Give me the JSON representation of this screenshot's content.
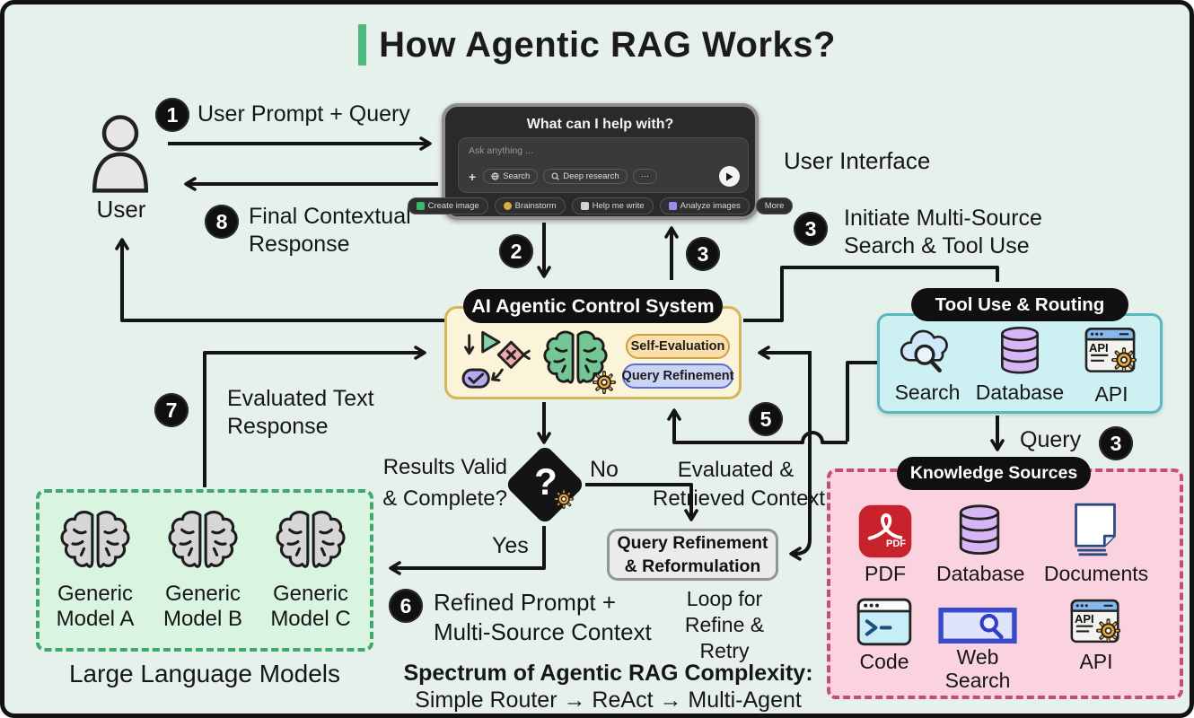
{
  "title": {
    "text": "How Agentic RAG Works?"
  },
  "user": {
    "label": "User"
  },
  "chat": {
    "heading": "What can I help with?",
    "placeholder": "Ask anything ...",
    "plus": "+",
    "tools": [
      "Search",
      "Deep research",
      "···"
    ],
    "chips": [
      "Create image",
      "Brainstorm",
      "Help me write",
      "Analyze images",
      "More"
    ]
  },
  "badges": {
    "s1": "1",
    "s2": "2",
    "s3_return": "3",
    "s3_init": "3",
    "s3_query": "3",
    "s5": "5",
    "s6": "6",
    "s7": "7",
    "s8": "8"
  },
  "labels": {
    "step1": "User Prompt + Query",
    "step8": [
      "Final Contextual",
      "Response"
    ],
    "user_interface": "User Interface",
    "step3_init": [
      "Initiate Multi-Source",
      "Search & Tool Use"
    ],
    "step7": [
      "Evaluated Text",
      "Response"
    ],
    "decision": [
      "Results Valid",
      "& Complete?"
    ],
    "no": "No",
    "yes": "Yes",
    "evaluated_ctx": [
      "Evaluated &",
      "Retrieved Context"
    ],
    "query": "Query",
    "step6": [
      "Refined Prompt +",
      "Multi-Source Context"
    ],
    "loop": [
      "Loop for",
      "Refine &",
      "Retry"
    ],
    "spectrum_title": "Spectrum of Agentic RAG Complexity:",
    "spectrum_body": "Simple Router → ReAct → Multi-Agent",
    "llm_caption": "Large Language Models"
  },
  "control": {
    "title": "AI Agentic Control System",
    "pills": [
      "Self-Evaluation",
      "Query Refinement"
    ]
  },
  "tools_box": {
    "title": "Tool Use & Routing",
    "items": [
      "Search",
      "Database",
      "API"
    ]
  },
  "knowledge": {
    "title": "Knowledge Sources",
    "items": [
      "PDF",
      "Database",
      "Documents",
      "Code",
      "Web Search",
      "API"
    ]
  },
  "llms": {
    "models": [
      [
        "Generic",
        "Model A"
      ],
      [
        "Generic",
        "Model B"
      ],
      [
        "Generic",
        "Model C"
      ]
    ]
  },
  "qrr": [
    "Query Refinement",
    "& Reformulation"
  ],
  "diamond": {
    "q": "?"
  },
  "icons": {
    "api_text": "API",
    "pdf_text": "PDF"
  },
  "colors": {
    "background": "#e7f1ec",
    "accent_green": "#4db97f",
    "control_fill": "#fcf4d9",
    "control_border": "#d3b75c",
    "self_eval_fill": "#fadfac",
    "query_ref_fill": "#ccd4f4",
    "tool_fill": "#cdf1f2",
    "tool_border": "#55b9bd",
    "knowledge_fill": "#fbd2e0",
    "knowledge_border": "#c44e70",
    "llm_fill": "#d9f4e1",
    "llm_border": "#41a76c",
    "pdf_red": "#c8232c",
    "db_purple": "#d8b6f6",
    "gear_orange": "#eca838"
  }
}
